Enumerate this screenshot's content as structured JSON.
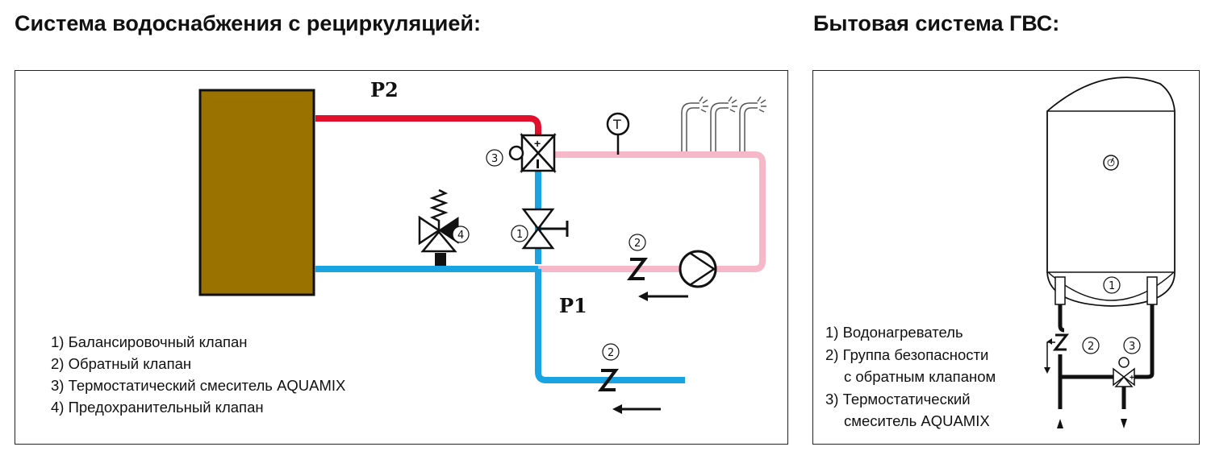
{
  "left": {
    "title": "Система водоснабжения с рециркуляцией:",
    "labels": {
      "p2": "P2",
      "p1": "P1",
      "thermometer": "T"
    },
    "markers": {
      "valve_balance": "1",
      "check_valve": "2",
      "mixer": "3",
      "safety_valve": "4"
    },
    "legend": [
      "1) Балансировочный клапан",
      "2) Обратный клапан",
      "3) Термостатический смеситель AQUAMIX",
      "4) Предохранительный клапан"
    ]
  },
  "right": {
    "title": "Бытовая система ГВС:",
    "markers": {
      "heater": "1",
      "safety_group": "2",
      "mixer": "3"
    },
    "legend": [
      "1) Водонагреватель",
      "2) Группа безопасности",
      "с обратным клапаном",
      "3) Термостатический",
      "смеситель AQUAMIX"
    ]
  },
  "colors": {
    "hot": "#e0102d",
    "cold": "#1aa3e3",
    "return": "#f6b8c8",
    "boiler": "#9a7200"
  }
}
